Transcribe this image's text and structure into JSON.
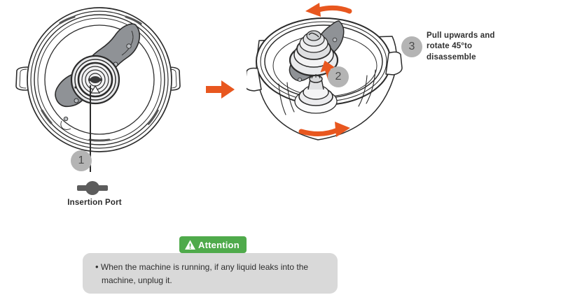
{
  "document": {
    "type": "appliance-disassembly-instruction-diagram",
    "background_color": "#ffffff"
  },
  "colors": {
    "accent_orange": "#E8571F",
    "badge_gray": "#b4b4b4",
    "badge_number": "#4a4a4a",
    "attention_green": "#4faa4b",
    "attention_body_gray": "#d9d9d9",
    "line_dark": "#2c2c2c",
    "blade_gray": "#8a8d90"
  },
  "figures": {
    "left": {
      "name": "top-view-of-lid-with-blade-assembly",
      "icon": "pot-top-view-icon",
      "view": "top-down"
    },
    "right": {
      "name": "angled-view-of-pot-with-hub-removed",
      "icon": "pot-angled-view-icon",
      "view": "three-quarter",
      "rotation_arrows": [
        {
          "name": "rotate-arrow-top",
          "direction": "counterclockwise"
        },
        {
          "name": "rotate-arrow-bottom",
          "direction": "clockwise"
        }
      ],
      "lift_arrow": {
        "name": "pull-up-arrow",
        "direction": "up"
      }
    }
  },
  "transition": {
    "arrow_name": "transition-arrow",
    "direction": "right"
  },
  "steps": [
    {
      "number": "1",
      "name": "step-1",
      "text": ""
    },
    {
      "number": "2",
      "name": "step-2",
      "text": ""
    },
    {
      "number": "3",
      "name": "step-3",
      "text": "Pull upwards and rotate 45°to disassemble"
    }
  ],
  "step3_lines": [
    "Pull upwards and",
    "rotate 45°to",
    "disassemble"
  ],
  "insertion_port": {
    "label": "Insertion Port",
    "icon": "insertion-port-icon"
  },
  "attention": {
    "badge_label": "Attention",
    "warning_icon": "warning-triangle-icon",
    "bullet": "•",
    "lines": [
      "When the machine is running, if any liquid leaks into the",
      "machine, unplug it."
    ],
    "full_text": "When the machine is running, if any liquid leaks into the machine, unplug it."
  }
}
